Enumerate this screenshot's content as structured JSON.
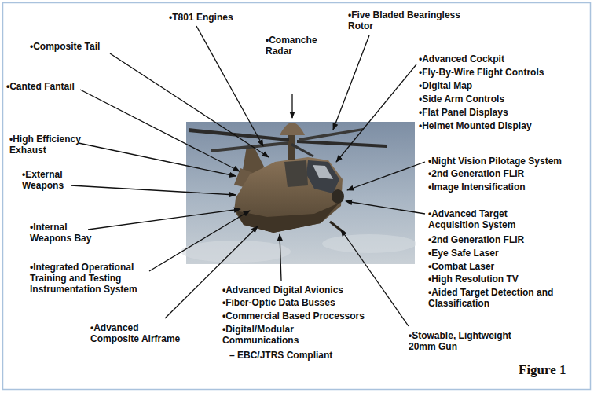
{
  "diagram": {
    "caption": "Figure 1",
    "labels": [
      "•T801 Engines",
      "•Five Bladed Bearingless Rotor",
      "•Composite Tail",
      "•Comanche Radar",
      "•Advanced Cockpit",
      "•Fly-By-Wire Flight Controls",
      "•Digital Map",
      "•Side Arm Controls",
      "•Flat Panel Displays",
      "•Helmet Mounted Display",
      "•Canted Fantail",
      "•High Efficiency Exhaust",
      "•Night Vision Pilotage System",
      "•2nd Generation FLIR",
      "•Image Intensification",
      "•External Weapons",
      "•Advanced Target Acquisition System",
      "•2nd Generation FLIR",
      "•Eye Safe Laser",
      "•Combat Laser",
      "•High Resolution TV",
      "•Aided Target Detection and Classification",
      "•Internal Weapons Bay",
      "•Integrated Operational Training and Testing Instrumentation System",
      "•Advanced Digital Avionics",
      "•Fiber-Optic Data Busses",
      "•Commercial Based Processors",
      "•Digital/Modular Communications",
      "– EBC/JTRS Compliant",
      "•Advanced Composite Airframe",
      "•Stowable, Lightweight 20mm Gun"
    ]
  }
}
